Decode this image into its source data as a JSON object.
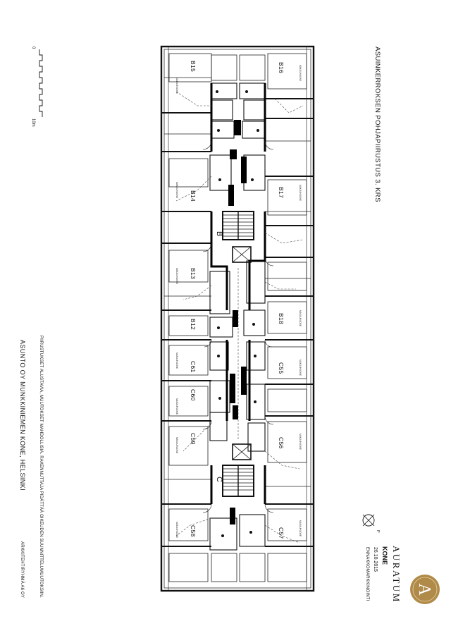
{
  "title": "ASUINKERROKSEN POHJAPIIRUSTUS 3. KRS",
  "scale_bar": {
    "start": "0",
    "end": "10m"
  },
  "project": {
    "name": "ASUNTO OY MUNKKINIEMEN KONE, HELSINKI",
    "note": "PIIRUSTUKSET ALUSTAVIA, MUUTOKSET MAHDOLLISIA. RAKENNUTTAJA PIDÄTTÄÄ OIKEUDEN SUUNNITTELUMUUTOKSIIN.",
    "architect": "ARKKITEHTIRYHMÄ A6 OY"
  },
  "stamp": {
    "name": "KONE",
    "date": "26.10.2015",
    "status": "ENNAKKOMARKKINOINTI"
  },
  "logo": {
    "text": "AURATUM",
    "letter": "A",
    "gold": "#b08a48"
  },
  "north_label": "P",
  "stair_labels": [
    "B",
    "C"
  ],
  "units_left": [
    "B15",
    "B14",
    "B13",
    "B12",
    "C61",
    "C60",
    "C59",
    "C58"
  ],
  "units_right": [
    "B16",
    "B17",
    "B18",
    "C55",
    "C56",
    "C57"
  ],
  "room_tag": "MAKUUHUONE"
}
